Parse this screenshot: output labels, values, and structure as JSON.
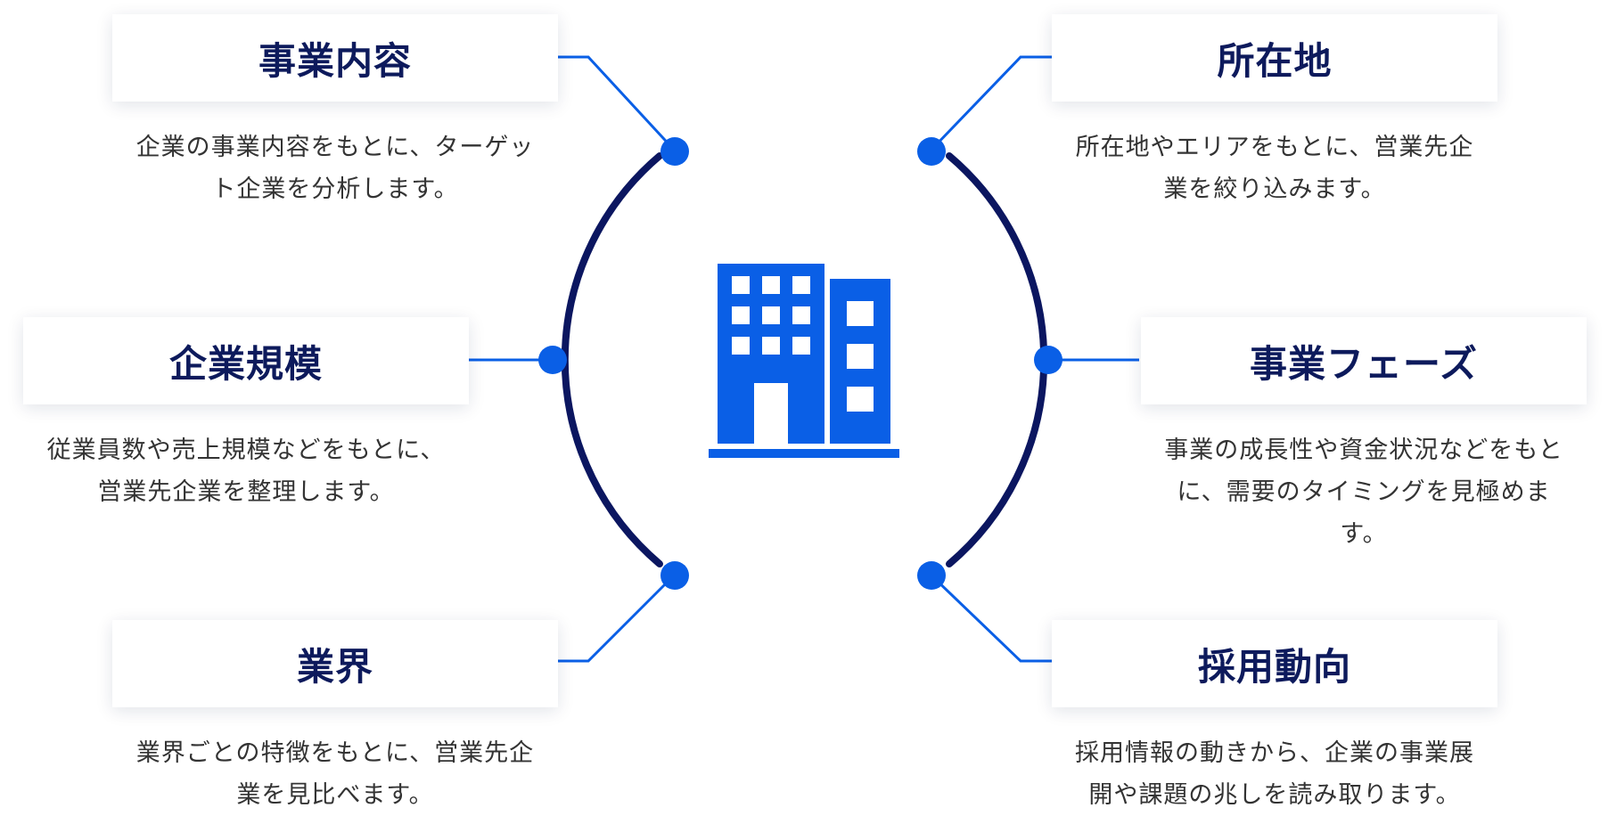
{
  "colors": {
    "accent": "#0a5fe6",
    "arc": "#0b1660",
    "title": "#0d1a5c",
    "text": "#333333"
  },
  "center": {
    "icon": "building-icon"
  },
  "items": {
    "jigyo": {
      "title": "事業内容",
      "description_lines": [
        "企業の事業内容をもとに、ターゲッ",
        "ト企業を分析します。"
      ]
    },
    "kibo": {
      "title": "企業規模",
      "description_lines": [
        "従業員数や売上規模などをもとに、",
        "営業先企業を整理します。"
      ]
    },
    "gyokai": {
      "title": "業界",
      "description_lines": [
        "業界ごとの特徴をもとに、営業先企",
        "業を見比べます。"
      ]
    },
    "shozai": {
      "title": "所在地",
      "description_lines": [
        "所在地やエリアをもとに、営業先企",
        "業を絞り込みます。"
      ]
    },
    "phase": {
      "title": "事業フェーズ",
      "description_lines": [
        "事業の成長性や資金状況などをもと",
        "に、需要のタイミングを見極めま",
        "す。"
      ]
    },
    "saiyo": {
      "title": "採用動向",
      "description_lines": [
        "採用情報の動きから、企業の事業展",
        "開や課題の兆しを読み取ります。"
      ]
    }
  }
}
